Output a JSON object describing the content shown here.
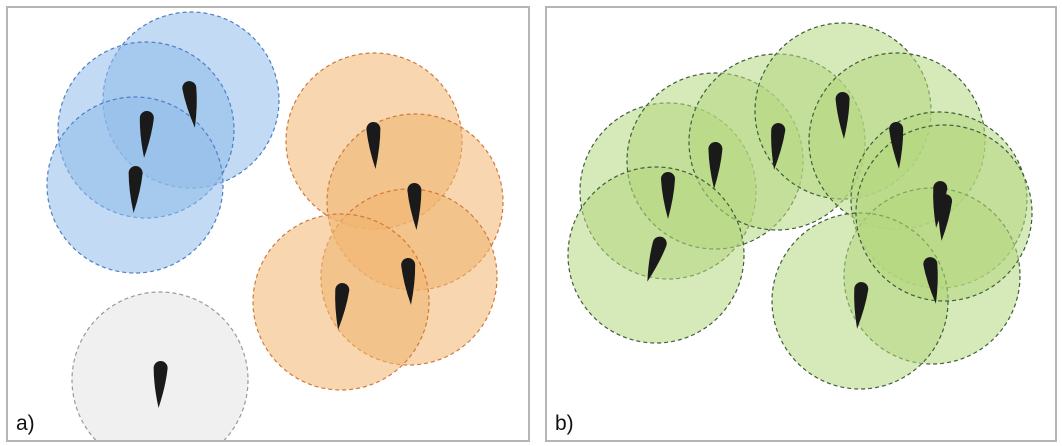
{
  "panels": [
    {
      "label": "a)",
      "groups": [
        {
          "key": "blue",
          "fill": "#8fbbea",
          "stroke": "#4f7fc4"
        },
        {
          "key": "orange",
          "fill": "#f0b46f",
          "stroke": "#d07a3a"
        },
        {
          "key": "gray",
          "fill": "#e4e4e4",
          "stroke": "#9a9a9a"
        }
      ],
      "sensors": [
        {
          "group": "blue",
          "lean": -8
        },
        {
          "group": "blue",
          "lean": 4
        },
        {
          "group": "blue",
          "lean": 3
        },
        {
          "group": "orange",
          "lean": -3
        },
        {
          "group": "orange",
          "lean": -3
        },
        {
          "group": "orange",
          "lean": -4
        },
        {
          "group": "orange",
          "lean": 6
        },
        {
          "group": "gray",
          "lean": 3
        }
      ]
    },
    {
      "label": "b)",
      "groups": [
        {
          "key": "green",
          "fill": "#b5d77f",
          "stroke": "#3e5f3a"
        }
      ],
      "sensors": [
        {
          "group": "green",
          "lean": 0
        },
        {
          "group": "green",
          "lean": 2
        },
        {
          "group": "green",
          "lean": 6
        },
        {
          "group": "green",
          "lean": -2
        },
        {
          "group": "green",
          "lean": -4
        },
        {
          "group": "green",
          "lean": 6
        },
        {
          "group": "green",
          "lean": -8
        },
        {
          "group": "green",
          "lean": 6
        },
        {
          "group": "green",
          "lean": 18
        },
        {
          "group": "green",
          "lean": 5
        }
      ]
    }
  ]
}
